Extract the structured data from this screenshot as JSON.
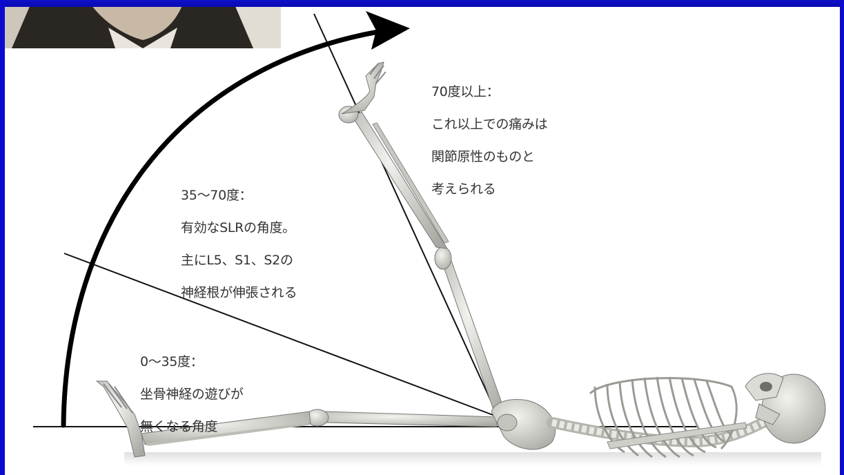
{
  "annotations": {
    "zone_0_35": {
      "heading": "0〜35度：",
      "lines": [
        "坐骨神経の遊びが",
        "無くなる角度"
      ]
    },
    "zone_35_70": {
      "heading": "35〜70度：",
      "lines": [
        "有効なSLRの角度。",
        "主にL5、S1、S2の",
        "神経根が伸張される"
      ]
    },
    "zone_70_plus": {
      "heading": "70度以上：",
      "lines": [
        "これ以上での痛みは",
        "関節原性のものと",
        "考えられる"
      ]
    }
  },
  "angle_markers_deg": [
    0,
    35,
    70
  ],
  "colors": {
    "frame_blue": "#0b0bd0",
    "line": "#111111",
    "bone": "#d6d6d0",
    "text": "#333333"
  },
  "illustration": {
    "subject": "supine skeleton, straight leg raise",
    "inset_photo": "portrait photograph (partial, cropped)"
  }
}
